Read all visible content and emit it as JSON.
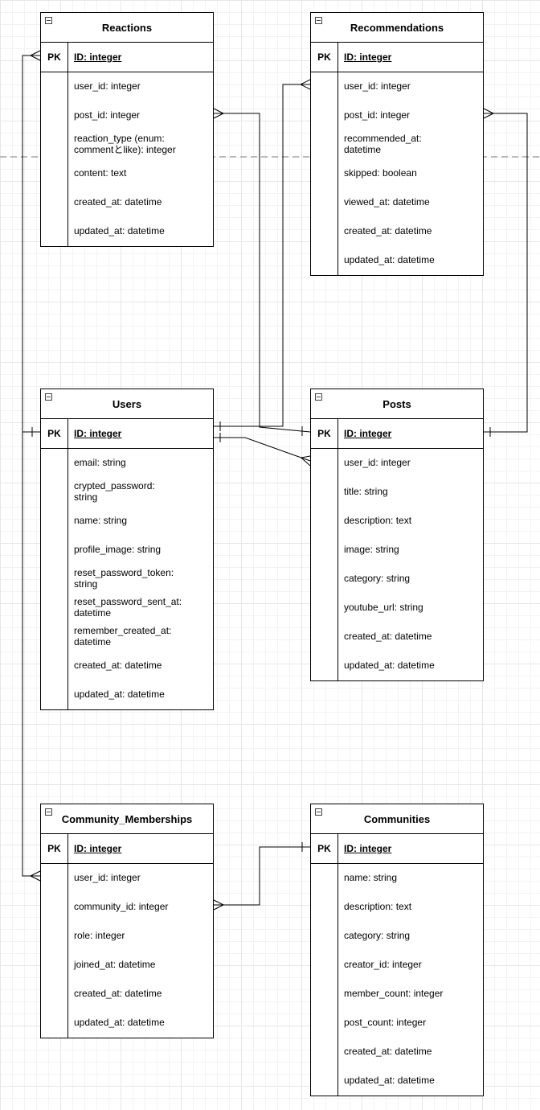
{
  "colors": {
    "canvas-bg": "#ffffff",
    "grid-minor": "#f3f3f3",
    "grid-major": "#e6e6e6",
    "entity-border": "#000000",
    "entity-bg": "#ffffff",
    "edge": "#000000",
    "page-divider": "#bbbbbb",
    "text": "#000000"
  },
  "icons": {
    "entity-collapse": "minus-square"
  },
  "tables": [
    {
      "id": "reactions",
      "title": "Reactions",
      "pk_label": "PK",
      "pk_field": "ID: integer",
      "fields": [
        "user_id: integer",
        "post_id: integer",
        "reaction_type (enum: commentとlike): integer",
        "content: text",
        "created_at: datetime",
        "updated_at: datetime"
      ]
    },
    {
      "id": "recommendations",
      "title": "Recommendations",
      "pk_label": "PK",
      "pk_field": "ID: integer",
      "fields": [
        "user_id: integer",
        "post_id: integer",
        "recommended_at: datetime",
        "skipped: boolean",
        "viewed_at: datetime",
        "created_at: datetime",
        "updated_at: datetime"
      ]
    },
    {
      "id": "users",
      "title": "Users",
      "pk_label": "PK",
      "pk_field": "ID: integer",
      "fields": [
        "email: string",
        "crypted_password: string",
        "name: string",
        "profile_image: string",
        "reset_password_token: string",
        "reset_password_sent_at: datetime",
        "remember_created_at: datetime",
        "created_at: datetime",
        "updated_at: datetime"
      ]
    },
    {
      "id": "posts",
      "title": "Posts",
      "pk_label": "PK",
      "pk_field": "ID: integer",
      "fields": [
        "user_id: integer",
        "title: string",
        "description: text",
        "image: string",
        "category: string",
        "youtube_url: string",
        "created_at: datetime",
        "updated_at: datetime"
      ]
    },
    {
      "id": "community_memberships",
      "title": "Community_Memberships",
      "pk_label": "PK",
      "pk_field": "ID: integer",
      "fields": [
        "user_id: integer",
        "community_id: integer",
        "role: integer",
        "joined_at: datetime",
        "created_at: datetime",
        "updated_at: datetime"
      ]
    },
    {
      "id": "communities",
      "title": "Communities",
      "pk_label": "PK",
      "pk_field": "ID: integer",
      "fields": [
        "name: string",
        "description: text",
        "category: string",
        "creator_id: integer",
        "member_count: integer",
        "post_count: integer",
        "created_at: datetime",
        "updated_at: datetime"
      ]
    }
  ],
  "relationships": [
    {
      "from": "Users",
      "to": "Reactions",
      "cardinality": "one-to-many"
    },
    {
      "from": "Users",
      "to": "Community_Memberships",
      "cardinality": "one-to-many"
    },
    {
      "from": "Users",
      "to": "Posts",
      "cardinality": "one-to-many"
    },
    {
      "from": "Users",
      "to": "Recommendations",
      "cardinality": "one-to-many"
    },
    {
      "from": "Posts",
      "to": "Reactions",
      "cardinality": "one-to-many"
    },
    {
      "from": "Posts",
      "to": "Recommendations",
      "cardinality": "one-to-many"
    },
    {
      "from": "Communities",
      "to": "Community_Memberships",
      "cardinality": "one-to-many"
    }
  ]
}
